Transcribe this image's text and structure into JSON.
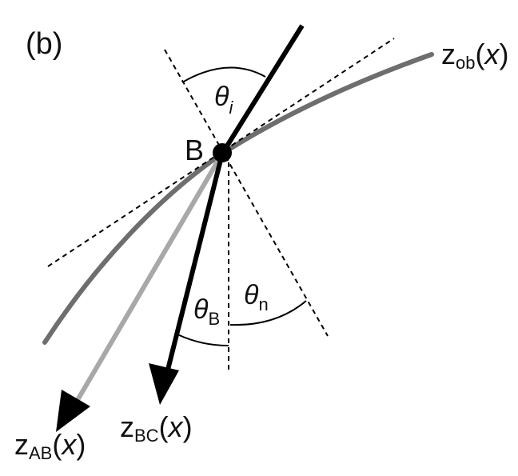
{
  "panel_label": "(b)",
  "point_label": "B",
  "curves": {
    "z_ob": {
      "main": "z",
      "sub": "ob",
      "arg": "(",
      "var": "x",
      "close": ")"
    },
    "z_AB": {
      "main": "z",
      "sub": "AB",
      "arg": "(",
      "var": "x",
      "close": ")"
    },
    "z_BC": {
      "main": "z",
      "sub": "BC",
      "arg": "(",
      "var": "x",
      "close": ")"
    }
  },
  "angles": {
    "theta_i": {
      "sym": "θ",
      "sub": "i"
    },
    "theta_B": {
      "sym": "θ",
      "sub": "B"
    },
    "theta_n": {
      "sym": "θ",
      "sub": "n"
    }
  },
  "colors": {
    "curve_ob": "#6e6e6e",
    "ray_AB": "#a8a8a8",
    "ray_BC": "#000000",
    "dashed": "#000000"
  }
}
